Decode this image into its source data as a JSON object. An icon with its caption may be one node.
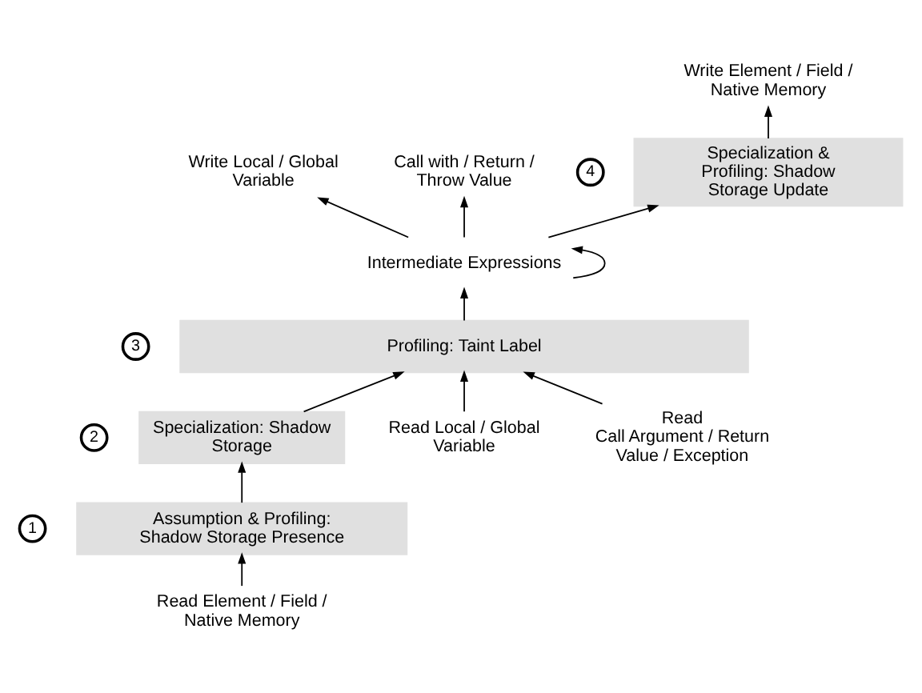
{
  "diagram": {
    "nodes": [
      {
        "text": [
          "Write Element / Field / Native Memory"
        ]
      },
      {
        "text": [
          "Write Local / Global Variable"
        ]
      },
      {
        "text": [
          "Call with / Return / Throw Value"
        ]
      },
      {
        "text": [
          "Specialization & Profiling: Shadow Storage Update"
        ],
        "beside": [
          "4"
        ]
      },
      {
        "text": [
          "Intermediate Expressions"
        ]
      },
      {
        "text": [
          "Profiling: Taint Label"
        ],
        "beside": [
          "3"
        ]
      },
      {
        "text": [
          "Specialization: Shadow Storage"
        ],
        "beside": [
          "2"
        ]
      },
      {
        "text": [
          "Assumption & Profiling: Shadow Storage Presence"
        ],
        "beside": [
          "1"
        ]
      },
      {
        "text": [
          "Read Element / Field / Native Memory"
        ]
      },
      {
        "text": [
          "Read Local / Global Variable"
        ]
      },
      {
        "text": [
          "Read",
          "Call Argument / Return Value / Exception"
        ]
      }
    ],
    "edges": [
      {
        "from": 3,
        "to": 0,
        "arrow": "to"
      },
      {
        "from": 4,
        "to": 3,
        "arrow": "to"
      },
      {
        "from": 4,
        "to": 1,
        "arrow": "to"
      },
      {
        "from": 4,
        "to": 2,
        "arrow": "to"
      },
      {
        "from": 4,
        "to": 4,
        "arrow": "to"
      },
      {
        "from": 5,
        "to": 4,
        "arrow": "to"
      },
      {
        "from": 6,
        "to": 5,
        "arrow": "to"
      },
      {
        "from": 7,
        "to": 6,
        "arrow": "to"
      },
      {
        "from": 8,
        "to": 7,
        "arrow": "to"
      },
      {
        "from": 9,
        "to": 5,
        "arrow": "to"
      },
      {
        "from": 10,
        "to": 5,
        "arrow": "to"
      }
    ]
  }
}
